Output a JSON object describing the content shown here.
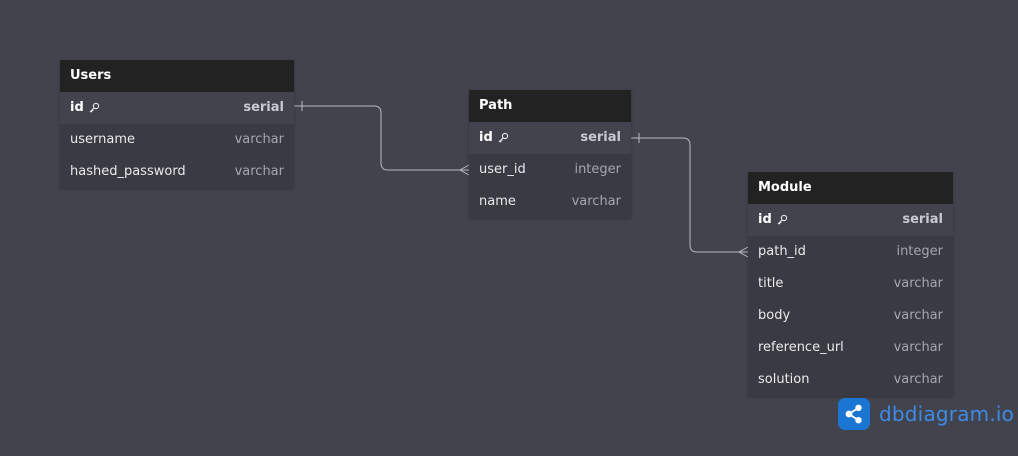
{
  "tables": {
    "users": {
      "title": "Users",
      "columns": [
        {
          "name": "id",
          "type": "serial",
          "pk": true
        },
        {
          "name": "username",
          "type": "varchar",
          "pk": false
        },
        {
          "name": "hashed_password",
          "type": "varchar",
          "pk": false
        }
      ]
    },
    "path": {
      "title": "Path",
      "columns": [
        {
          "name": "id",
          "type": "serial",
          "pk": true
        },
        {
          "name": "user_id",
          "type": "integer",
          "pk": false
        },
        {
          "name": "name",
          "type": "varchar",
          "pk": false
        }
      ]
    },
    "module": {
      "title": "Module",
      "columns": [
        {
          "name": "id",
          "type": "serial",
          "pk": true
        },
        {
          "name": "path_id",
          "type": "integer",
          "pk": false
        },
        {
          "name": "title",
          "type": "varchar",
          "pk": false
        },
        {
          "name": "body",
          "type": "varchar",
          "pk": false
        },
        {
          "name": "reference_url",
          "type": "varchar",
          "pk": false
        },
        {
          "name": "solution",
          "type": "varchar",
          "pk": false
        }
      ]
    }
  },
  "relationships": [
    {
      "from": "Users.id",
      "to": "Path.user_id",
      "type": "one-to-many"
    },
    {
      "from": "Path.id",
      "to": "Module.path_id",
      "type": "one-to-many"
    }
  ],
  "brand": {
    "name": "dbdiagram.io",
    "icon": "share-nodes-icon"
  },
  "colors": {
    "background": "#43434d",
    "header": "#222222",
    "brand": "#1b76d3"
  }
}
